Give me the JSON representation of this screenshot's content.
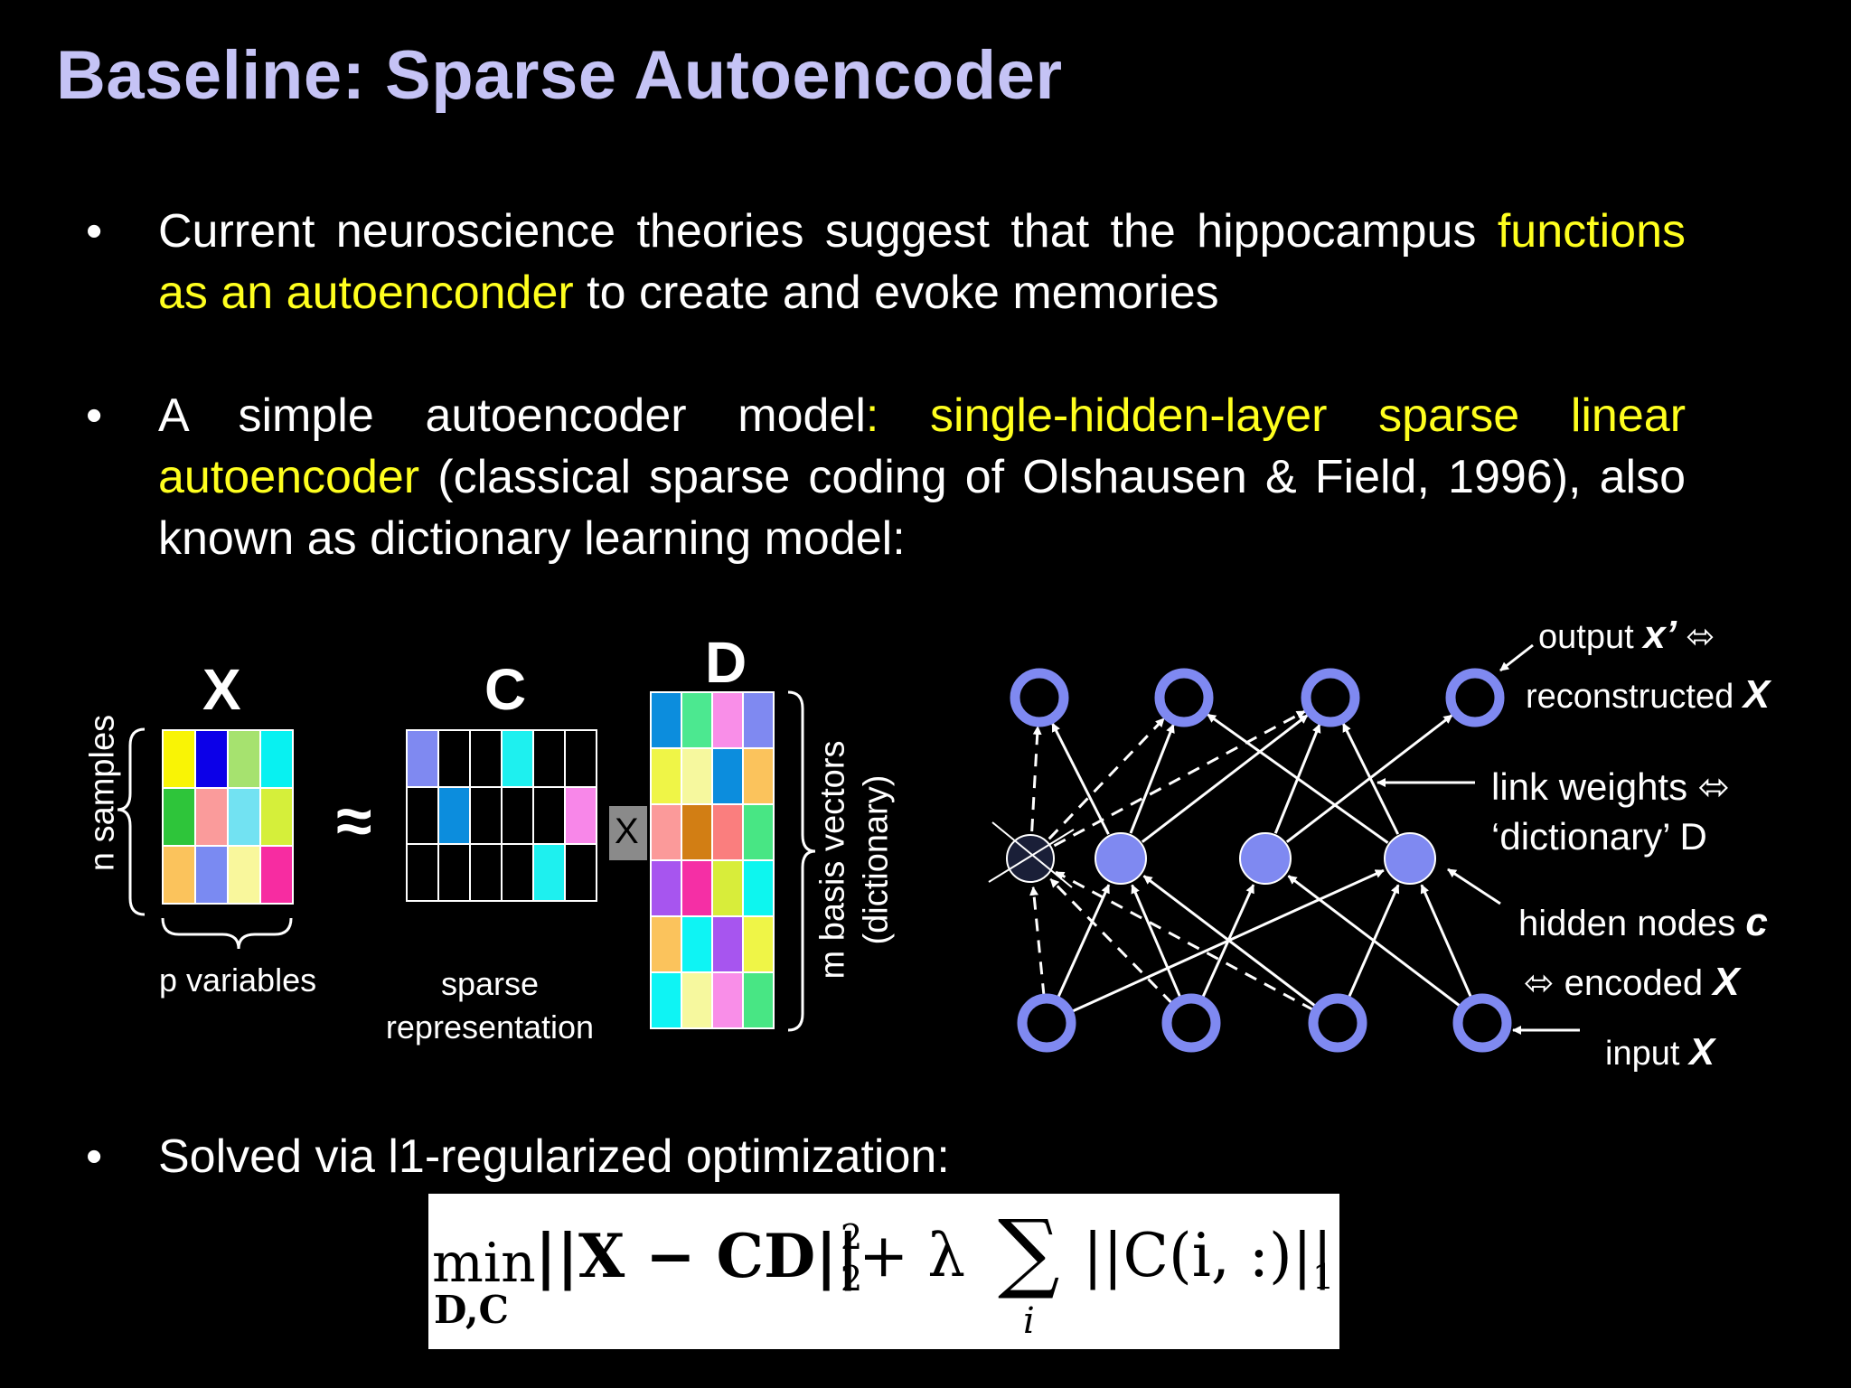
{
  "title": "Baseline: Sparse  Autoencoder",
  "bullets": [
    {
      "part1": "Current neuroscience theories suggest that the hippocampus ",
      "highlight": "functions as an autoenconder",
      "part2": " to create and evoke memories"
    },
    {
      "part1": "A simple autoencoder model",
      "highlight": ": single-hidden-layer sparse linear autoencoder",
      "part2": " (classical sparse coding of Olshausen & Field, 1996), also known as dictionary learning model:"
    },
    {
      "part1": "Solved via l1-regularized optimization:",
      "highlight": "",
      "part2": ""
    }
  ],
  "bullet_symbol": "•",
  "matrix_diagram": {
    "x_label": "X",
    "c_label": "C",
    "d_label": "D",
    "approx_symbol": "≈",
    "times_symbol": "X",
    "n_samples": "n samples",
    "p_variables": "p variables",
    "sparse_rep_line1": "sparse",
    "sparse_rep_line2": "representation",
    "m_basis_line1": "m basis vectors",
    "m_basis_line2": "(dictionary)",
    "x_colors": [
      [
        "#f9f405",
        "#0c00e8",
        "#a6e26f",
        "#08f1f1"
      ],
      [
        "#2ec53a",
        "#fa9b9b",
        "#72e2f2",
        "#d5ef3a"
      ],
      [
        "#fbc35c",
        "#7a8af2",
        "#f9f79c",
        "#f72ca1"
      ]
    ],
    "c_colors": [
      [
        "#7f89f1",
        "#000",
        "#000",
        "#1ef0ef",
        "#000",
        "#000"
      ],
      [
        "#000",
        "#0c8ddd",
        "#000",
        "#000",
        "#000",
        "#f887e9"
      ],
      [
        "#000",
        "#000",
        "#000",
        "#000",
        "#1ef0ef",
        "#000"
      ]
    ],
    "d_colors": [
      [
        "#0c8ddd",
        "#4ce890",
        "#f98ee8",
        "#7f89f1"
      ],
      [
        "#eff547",
        "#f6f89e",
        "#0c8ddd",
        "#fbc35c"
      ],
      [
        "#fb9a9a",
        "#d27e14",
        "#fa7e7e",
        "#48e684"
      ],
      [
        "#a755ef",
        "#f52fa5",
        "#d8ed3a",
        "#0df6ef"
      ],
      [
        "#fbc35c",
        "#0ef4f4",
        "#a755ef",
        "#eff547"
      ],
      [
        "#0ef4f4",
        "#f6f89e",
        "#f98ee8",
        "#48e684"
      ]
    ]
  },
  "network": {
    "output_label": "output ",
    "output_var": "x’",
    "output_arrow": " ⬄",
    "reconstructed_label": "reconstructed ",
    "reconstructed_var": "X",
    "link_weights_label": "link weights ⬄",
    "dictionary_label": "‘dictionary’ D",
    "hidden_label": "hidden nodes ",
    "hidden_var": "c",
    "encoded_label": "⬄ encoded ",
    "encoded_var": "X",
    "input_label": "input ",
    "input_var": "X",
    "node_color": "#7f89f1",
    "dark_node_color": "#1a1f38"
  },
  "formula": {
    "min": "min",
    "min_sub": "D,C",
    "main": "||X − CD||",
    "sup": "2",
    "sub": "2",
    "plus_lambda": " + λ",
    "sigma": "∑",
    "sigma_sub": "i",
    "term": "||C(i, :)||",
    "term_sub": "1"
  },
  "colors": {
    "title": "#c5c3f5",
    "highlight": "#ffff1e",
    "background": "#000000"
  }
}
